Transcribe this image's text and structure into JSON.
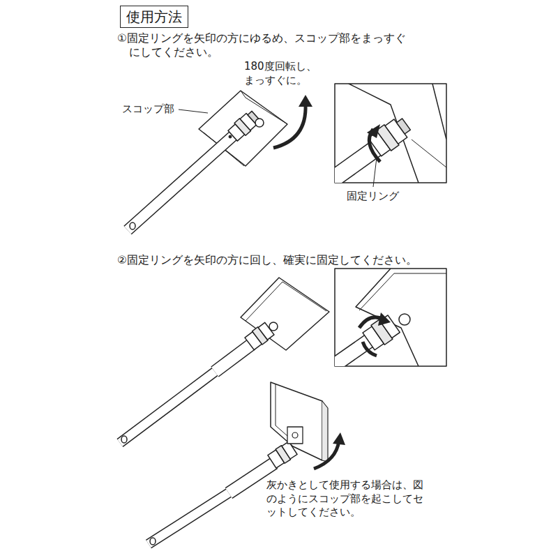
{
  "diagram": {
    "title": "使用方法",
    "labels": [
      "①固定リングを矢印の方にゆるめ、スコップ部をまっすぐにしてください。",
      "180度回転し、まっすぐに。",
      "スコップ部",
      "固定リング",
      "②固定リングを矢印の方に回し、確実に固定してください。",
      "灰かきとして使用する場合は、図のようにスコップ部を起こしてセットしてください。"
    ]
  }
}
